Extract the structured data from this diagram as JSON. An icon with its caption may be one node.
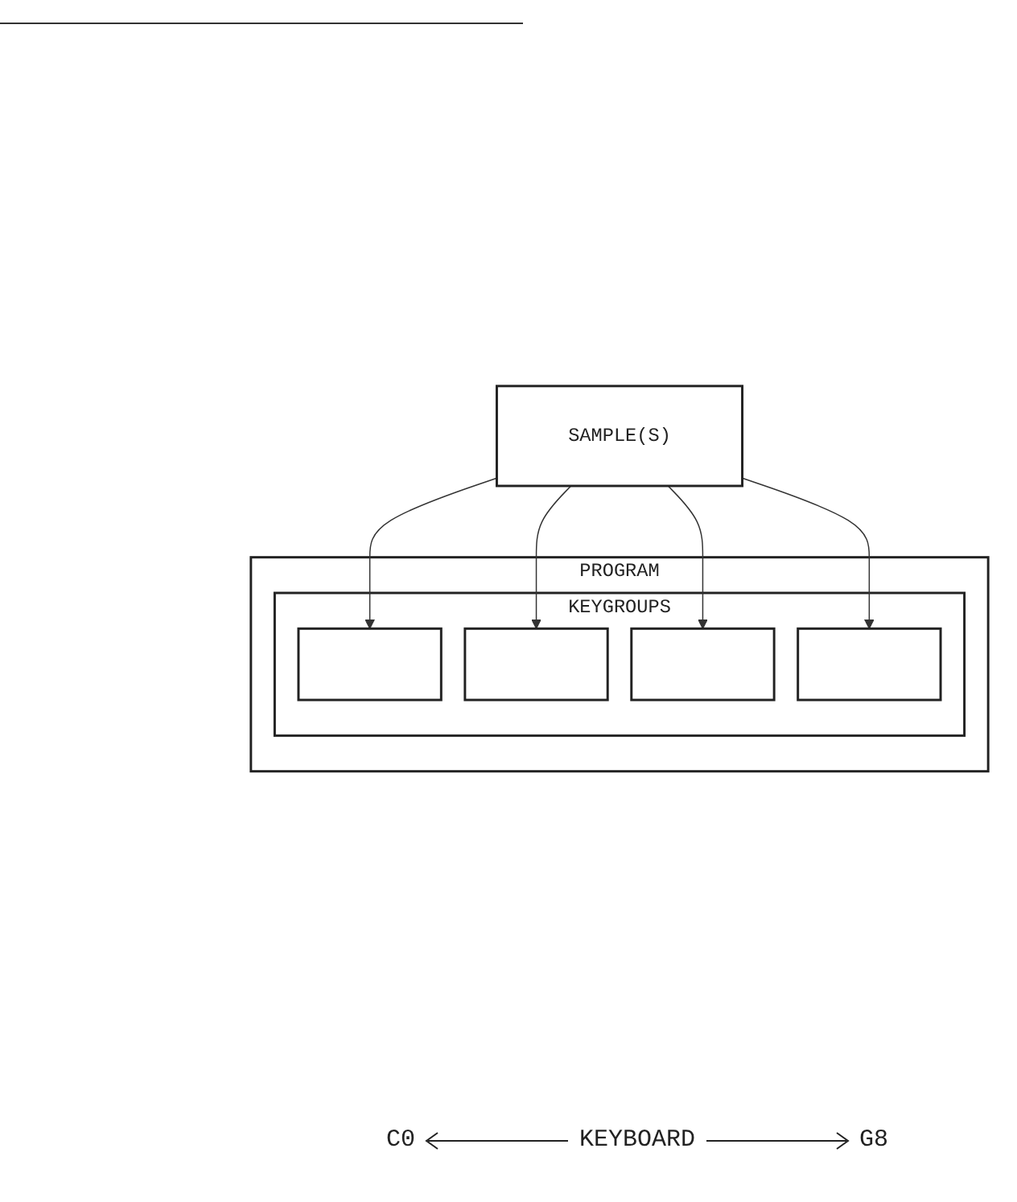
{
  "diagram": {
    "nodes": [
      {
        "text": [
          "SAMPLE(S)"
        ]
      },
      {
        "text": [
          "PROGRAM"
        ]
      },
      {
        "text": [
          "KEYGROUPS"
        ],
        "in": 1
      },
      {
        "text": [],
        "shape": "box",
        "in": 2
      },
      {
        "text": [],
        "shape": "box",
        "in": 2
      },
      {
        "text": [],
        "shape": "box",
        "in": 2
      },
      {
        "text": [],
        "shape": "box",
        "in": 2
      }
    ],
    "edges": [
      {
        "from": 0,
        "to": 3,
        "arrow": "to"
      },
      {
        "from": 0,
        "to": 4,
        "arrow": "to"
      },
      {
        "from": 0,
        "to": 5,
        "arrow": "to"
      },
      {
        "from": 0,
        "to": 6,
        "arrow": "to"
      }
    ],
    "labels": [
      "C0",
      "KEYBOARD",
      "G8"
    ]
  }
}
